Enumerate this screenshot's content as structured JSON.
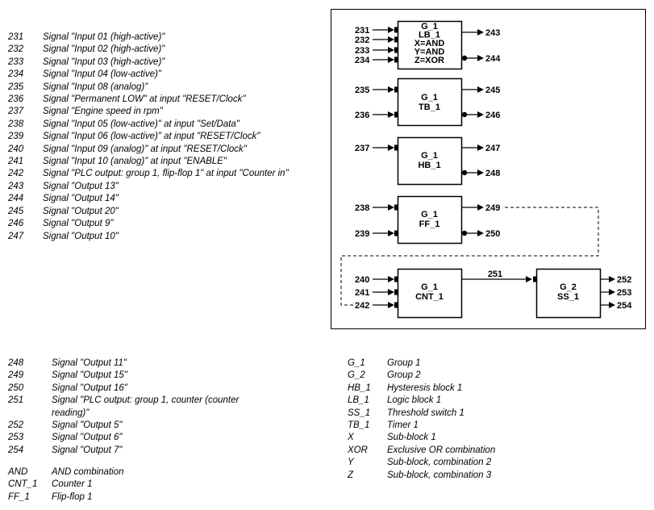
{
  "signals_left": [
    {
      "num": "231",
      "text": "Signal \"Input 01 (high-active)\""
    },
    {
      "num": "232",
      "text": "Signal \"Input 02 (high-active)\""
    },
    {
      "num": "233",
      "text": "Signal \"Input 03 (high-active)\""
    },
    {
      "num": "234",
      "text": "Signal \"Input 04 (low-active)\""
    },
    {
      "num": "235",
      "text": "Signal \"Input 08 (analog)\""
    },
    {
      "num": "236",
      "text": "Signal \"Permanent LOW\" at input \"RESET/Clock\""
    },
    {
      "num": "237",
      "text": "Signal \"Engine speed in rpm\""
    },
    {
      "num": "238",
      "text": "Signal \"Input 05 (low-active)\" at input \"Set/Data\""
    },
    {
      "num": "239",
      "text": "Signal \"Input 06 (low-active)\" at input \"RESET/Clock\""
    },
    {
      "num": "240",
      "text": "Signal \"Input 09 (analog)\" at input \"RESET/Clock\""
    },
    {
      "num": "241",
      "text": "Signal \"Input 10 (analog)\" at input \"ENABLE\""
    },
    {
      "num": "242",
      "text": "Signal \"PLC output: group 1, flip-flop 1\" at input \"Counter in\""
    },
    {
      "num": "243",
      "text": "Signal \"Output 13\""
    },
    {
      "num": "244",
      "text": "Signal \"Output 14\""
    },
    {
      "num": "245",
      "text": "Signal \"Output 20\""
    },
    {
      "num": "246",
      "text": "Signal \"Output 9\""
    },
    {
      "num": "247",
      "text": "Signal \"Output 10\""
    }
  ],
  "signals_bottom": [
    {
      "num": "248",
      "text": "Signal \"Output 11\""
    },
    {
      "num": "249",
      "text": "Signal \"Output 15\""
    },
    {
      "num": "250",
      "text": "Signal \"Output 16\""
    },
    {
      "num": "251",
      "text": "Signal \"PLC output: group 1, counter (counter reading)\""
    },
    {
      "num": "252",
      "text": "Signal \"Output 5\""
    },
    {
      "num": "253",
      "text": "Signal \"Output 6\""
    },
    {
      "num": "254",
      "text": "Signal \"Output 7\""
    }
  ],
  "abbreviations_left": [
    {
      "abbr": "AND",
      "text": "AND combination"
    },
    {
      "abbr": "CNT_1",
      "text": "Counter 1"
    },
    {
      "abbr": "FF_1",
      "text": "Flip-flop 1"
    }
  ],
  "abbreviations_right": [
    {
      "abbr": "G_1",
      "text": "Group 1"
    },
    {
      "abbr": "G_2",
      "text": "Group 2"
    },
    {
      "abbr": "HB_1",
      "text": "Hysteresis block 1"
    },
    {
      "abbr": "LB_1",
      "text": "Logic block 1"
    },
    {
      "abbr": "SS_1",
      "text": "Threshold switch 1"
    },
    {
      "abbr": "TB_1",
      "text": "Timer 1"
    },
    {
      "abbr": "X",
      "text": "Sub-block 1"
    },
    {
      "abbr": "XOR",
      "text": "Exclusive OR combination"
    },
    {
      "abbr": "Y",
      "text": "Sub-block, combination 2"
    },
    {
      "abbr": "Z",
      "text": "Sub-block, combination 3"
    }
  ],
  "diagram": {
    "blocks": [
      {
        "id": "lb1",
        "lines": [
          "G_1",
          "LB_1",
          "X=AND",
          "Y=AND",
          "Z=XOR"
        ]
      },
      {
        "id": "tb1",
        "lines": [
          "G_1",
          "TB_1"
        ]
      },
      {
        "id": "hb1",
        "lines": [
          "G_1",
          "HB_1"
        ]
      },
      {
        "id": "ff1",
        "lines": [
          "G_1",
          "FF_1"
        ]
      },
      {
        "id": "cnt1",
        "lines": [
          "G_1",
          "CNT_1"
        ]
      },
      {
        "id": "ss1",
        "lines": [
          "G_2",
          "SS_1"
        ]
      }
    ],
    "inputs": [
      {
        "label": "231",
        "block": "lb1"
      },
      {
        "label": "232",
        "block": "lb1"
      },
      {
        "label": "233",
        "block": "lb1"
      },
      {
        "label": "234",
        "block": "lb1"
      },
      {
        "label": "235",
        "block": "tb1"
      },
      {
        "label": "236",
        "block": "tb1"
      },
      {
        "label": "237",
        "block": "hb1"
      },
      {
        "label": "238",
        "block": "ff1"
      },
      {
        "label": "239",
        "block": "ff1"
      },
      {
        "label": "240",
        "block": "cnt1"
      },
      {
        "label": "241",
        "block": "cnt1"
      },
      {
        "label": "242",
        "block": "cnt1"
      }
    ],
    "outputs": [
      {
        "label": "243",
        "block": "lb1"
      },
      {
        "label": "244",
        "block": "lb1"
      },
      {
        "label": "245",
        "block": "tb1"
      },
      {
        "label": "246",
        "block": "tb1"
      },
      {
        "label": "247",
        "block": "hb1"
      },
      {
        "label": "248",
        "block": "hb1"
      },
      {
        "label": "249",
        "block": "ff1"
      },
      {
        "label": "250",
        "block": "ff1"
      },
      {
        "label": "252",
        "block": "ss1"
      },
      {
        "label": "253",
        "block": "ss1"
      },
      {
        "label": "254",
        "block": "ss1"
      }
    ],
    "link_label": "251"
  }
}
